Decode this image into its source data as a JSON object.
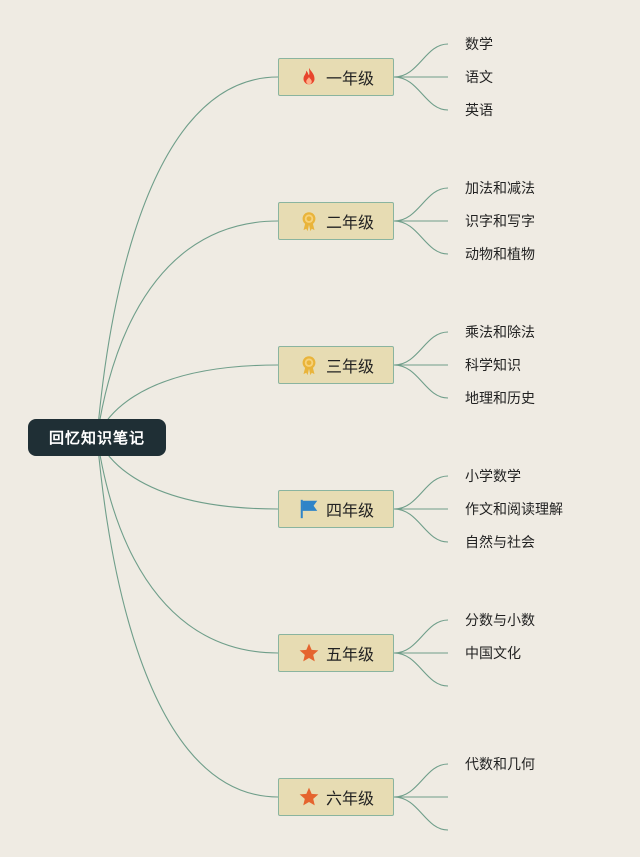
{
  "root": {
    "label": "回忆知识笔记"
  },
  "grades": [
    {
      "label": "一年级",
      "icon": "flame-icon",
      "subjects": [
        "数学",
        "语文",
        "英语"
      ],
      "branch_count": 3
    },
    {
      "label": "二年级",
      "icon": "medal-icon",
      "subjects": [
        "加法和减法",
        "识字和写字",
        "动物和植物"
      ],
      "branch_count": 3
    },
    {
      "label": "三年级",
      "icon": "medal-icon",
      "subjects": [
        "乘法和除法",
        "科学知识",
        "地理和历史"
      ],
      "branch_count": 3
    },
    {
      "label": "四年级",
      "icon": "flag-icon",
      "subjects": [
        "小学数学",
        "作文和阅读理解",
        "自然与社会"
      ],
      "branch_count": 3
    },
    {
      "label": "五年级",
      "icon": "star-icon",
      "subjects": [
        "分数与小数",
        "中国文化",
        ""
      ],
      "branch_count": 3
    },
    {
      "label": "六年级",
      "icon": "star-icon",
      "subjects": [
        "代数和几何",
        "",
        ""
      ],
      "branch_count": 3
    }
  ],
  "colors": {
    "background": "#efebe3",
    "root_fill": "#1f2f35",
    "grade_fill": "#e7dcb3",
    "connector": "#6f9e8a",
    "flame": "#e8452c",
    "medal": "#e9b43a",
    "flag": "#2f84c8",
    "star": "#e5642e"
  }
}
